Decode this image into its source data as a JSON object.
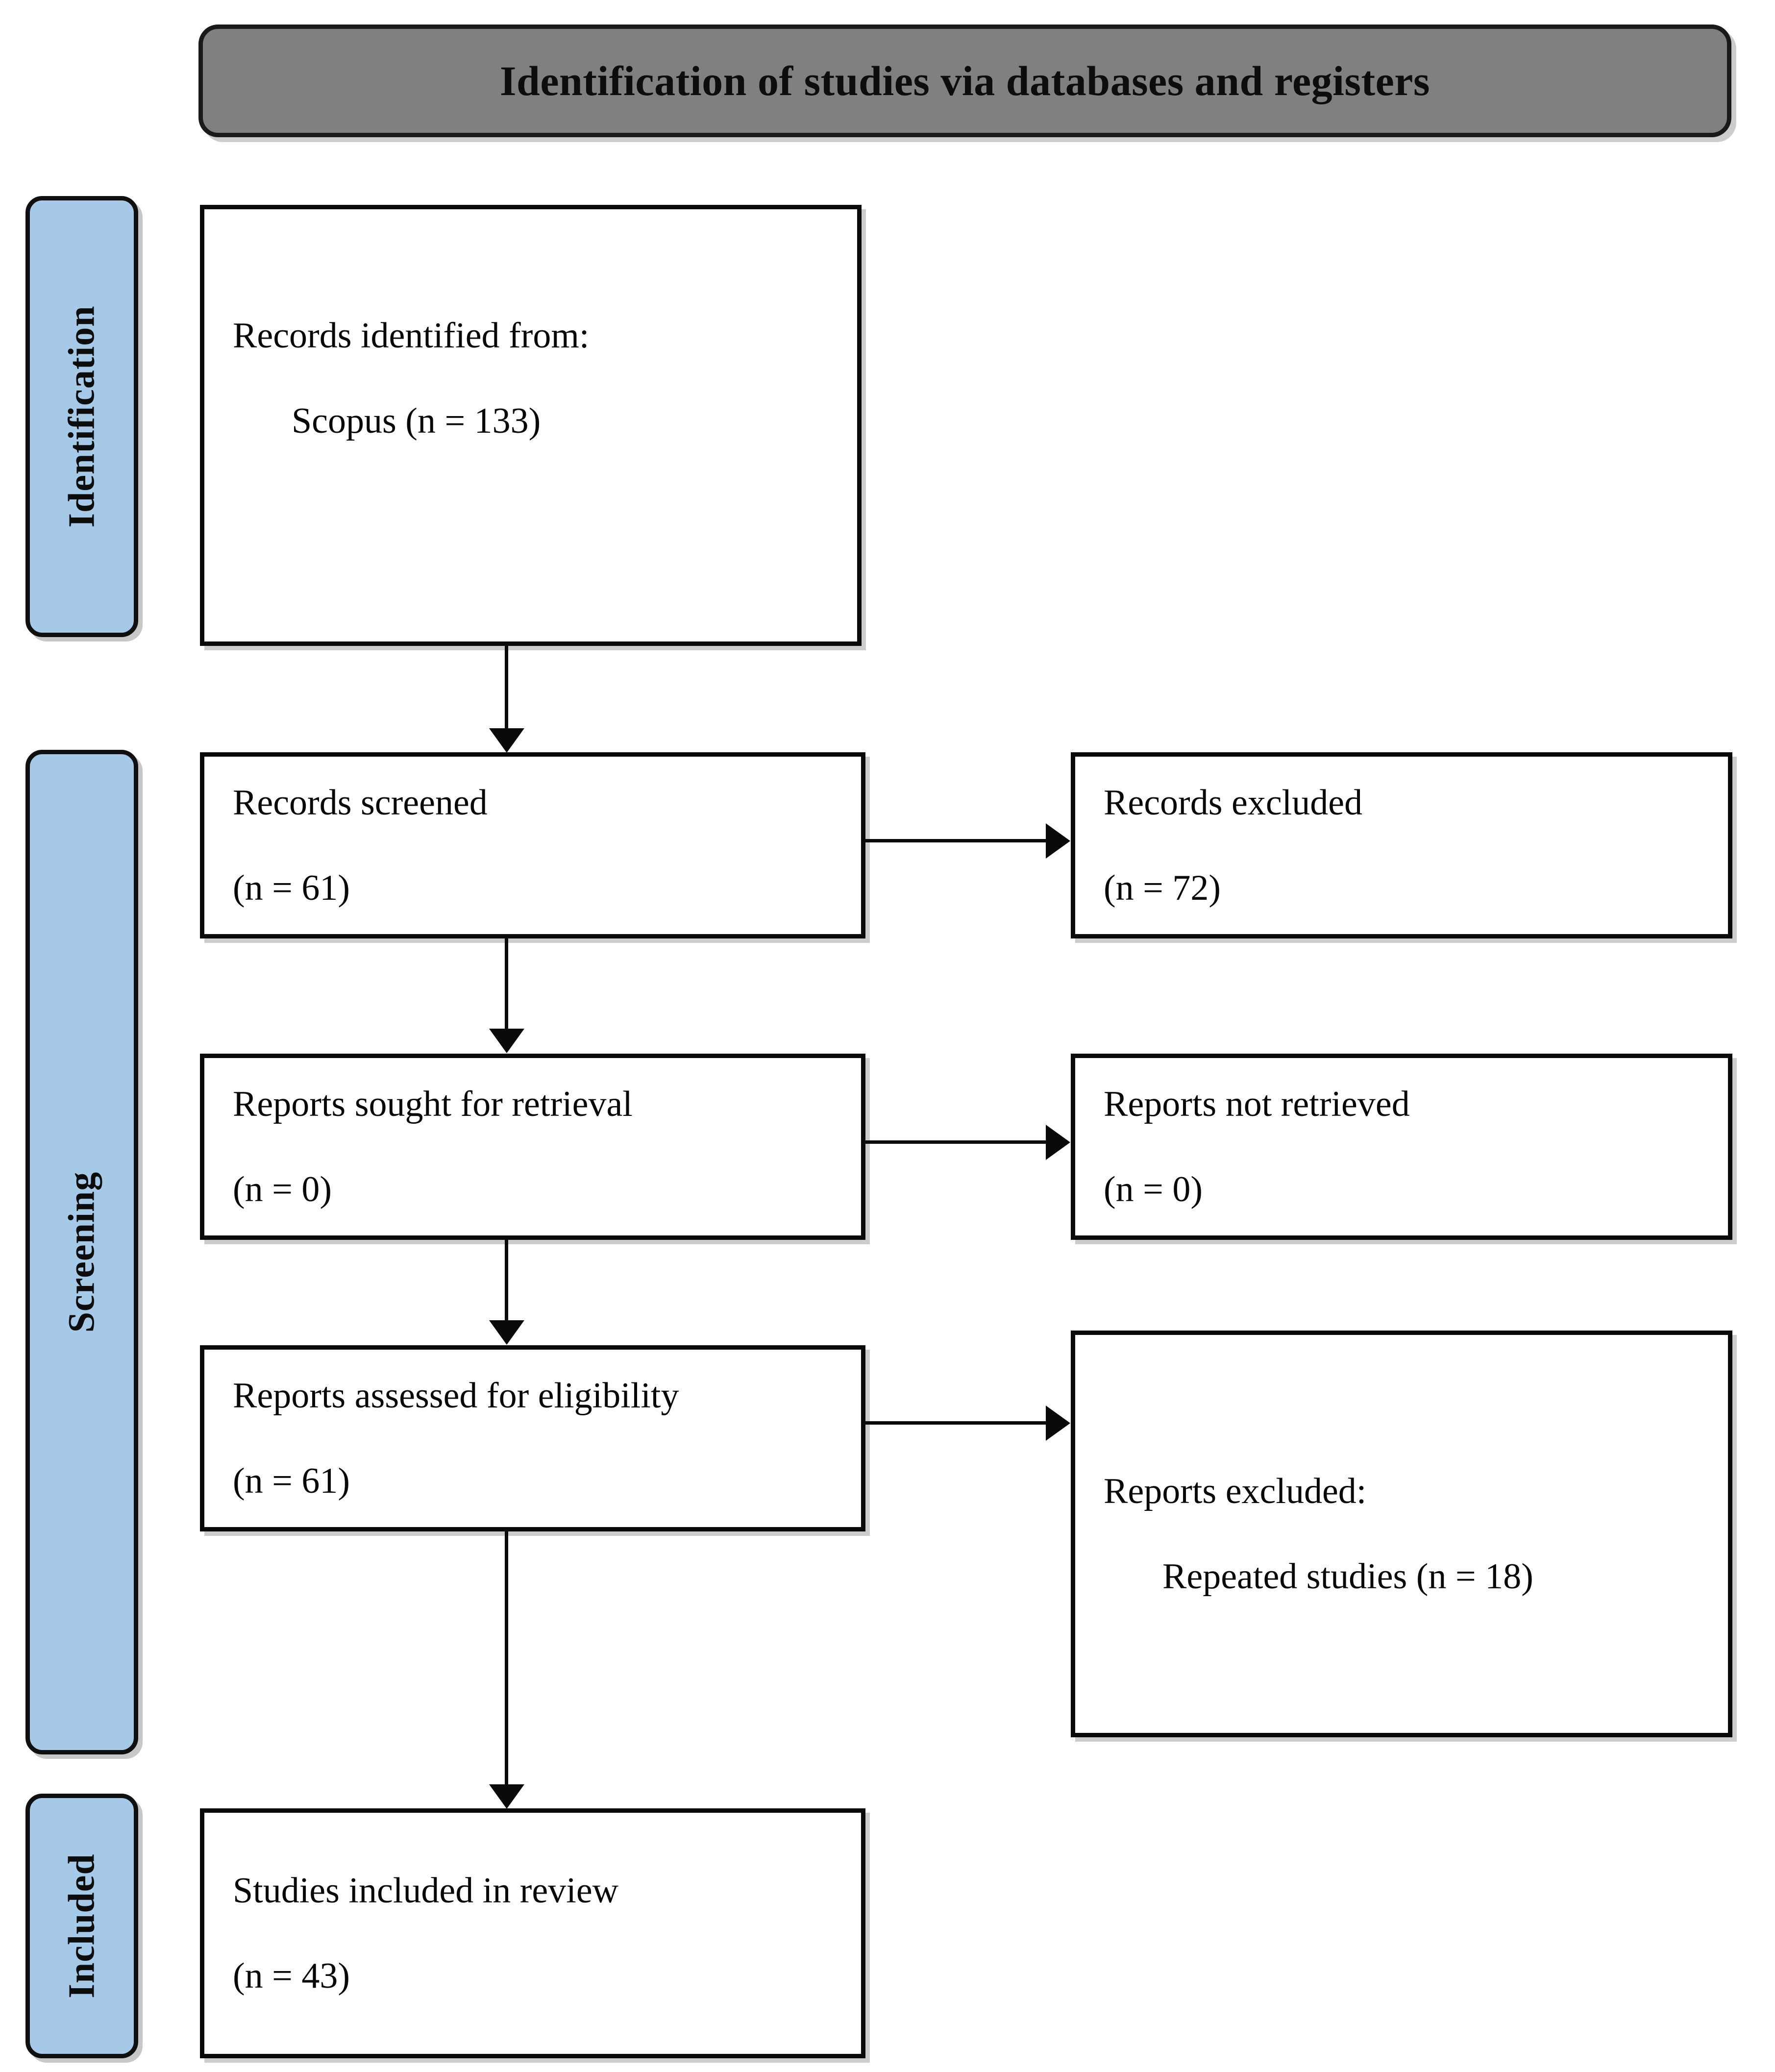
{
  "header": {
    "title": "Identification of studies via databases and registers",
    "fill_color": "#808080",
    "border_color": "#1a1a1a"
  },
  "stages": {
    "accent_color": "#a6c9e8",
    "identification": {
      "label": "Identification"
    },
    "screening": {
      "label": "Screening"
    },
    "included": {
      "label": "Included"
    }
  },
  "boxes": {
    "identified": {
      "line1": "Records identified from:",
      "line2": "Scopus (n = 133)"
    },
    "screened": {
      "line1": "Records screened",
      "line2": "(n = 61)"
    },
    "records_excluded": {
      "line1": "Records excluded",
      "line2": "(n = 72)"
    },
    "sought": {
      "line1": "Reports sought for retrieval",
      "line2": "(n = 0)"
    },
    "not_retrieved": {
      "line1": "Reports not retrieved",
      "line2": "(n = 0)"
    },
    "eligibility": {
      "line1": "Reports assessed for eligibility",
      "line2": "(n = 61)"
    },
    "reports_excluded": {
      "line1": "Reports excluded:",
      "line2": "Repeated studies (n = 18)"
    },
    "included": {
      "line1": "Studies included in review",
      "line2": "(n = 43)"
    }
  },
  "chart_data": {
    "type": "diagram",
    "title": "Identification of studies via databases and registers",
    "flow": "PRISMA 2020 flow diagram",
    "stages": [
      "Identification",
      "Screening",
      "Included"
    ],
    "nodes": [
      {
        "id": "identified",
        "stage": "Identification",
        "label": "Records identified from: Scopus",
        "n": 133
      },
      {
        "id": "screened",
        "stage": "Screening",
        "label": "Records screened",
        "n": 61
      },
      {
        "id": "records_excluded",
        "stage": "Screening",
        "label": "Records excluded",
        "n": 72
      },
      {
        "id": "sought",
        "stage": "Screening",
        "label": "Reports sought for retrieval",
        "n": 0
      },
      {
        "id": "not_retrieved",
        "stage": "Screening",
        "label": "Reports not retrieved",
        "n": 0
      },
      {
        "id": "eligibility",
        "stage": "Screening",
        "label": "Reports assessed for eligibility",
        "n": 61
      },
      {
        "id": "reports_excluded",
        "stage": "Screening",
        "label": "Reports excluded: Repeated studies",
        "n": 18
      },
      {
        "id": "included",
        "stage": "Included",
        "label": "Studies included in review",
        "n": 43
      }
    ],
    "edges": [
      {
        "from": "identified",
        "to": "screened",
        "direction": "down"
      },
      {
        "from": "screened",
        "to": "records_excluded",
        "direction": "right"
      },
      {
        "from": "screened",
        "to": "sought",
        "direction": "down"
      },
      {
        "from": "sought",
        "to": "not_retrieved",
        "direction": "right"
      },
      {
        "from": "sought",
        "to": "eligibility",
        "direction": "down"
      },
      {
        "from": "eligibility",
        "to": "reports_excluded",
        "direction": "right"
      },
      {
        "from": "eligibility",
        "to": "included",
        "direction": "down"
      }
    ]
  }
}
